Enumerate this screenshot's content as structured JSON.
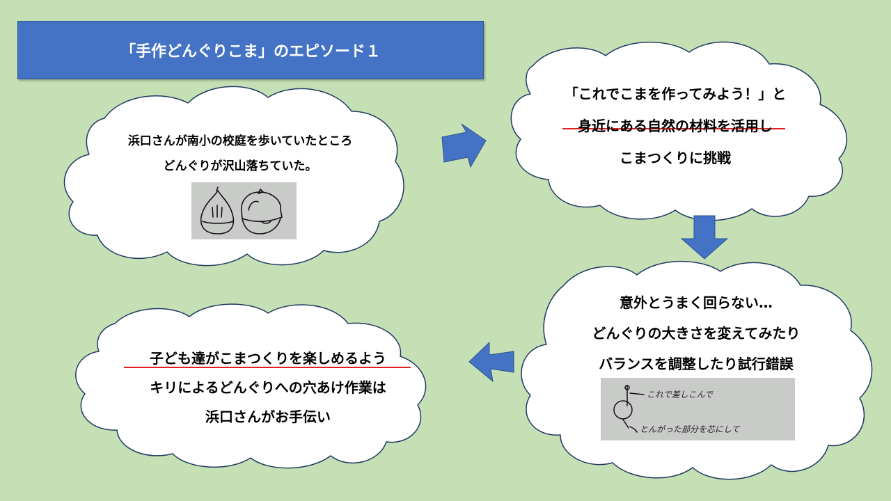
{
  "title": "「手作どんぐりこま」のエピソード１",
  "clouds": [
    {
      "lines": [
        "浜口さんが南小の校庭を歩いていたところ",
        "どんぐりが沢山落ちていた。"
      ]
    },
    {
      "lines": [
        "「これでこまを作ってみよう！」と",
        "身近にある自然の材料を活用し",
        "こまつくりに挑戦"
      ]
    },
    {
      "lines": [
        "意外とうまく回らない…",
        "どんぐりの大きさを変えてみたり",
        "バランスを調整したり試行錯誤"
      ]
    },
    {
      "lines": [
        "子ども達がこまつくりを楽しめるよう",
        "キリによるどんぐりへの穴あけ作業は",
        "浜口さんがお手伝い"
      ]
    }
  ],
  "sketch_notes": {
    "line1": "これで差しこんで",
    "line2": "とんがった部分を芯にして"
  },
  "colors": {
    "background": "#c5e0b4",
    "title_bg": "#4472c4",
    "arrow": "#4472c4",
    "cloud_stroke": "#203864",
    "underline": "#e02020"
  }
}
